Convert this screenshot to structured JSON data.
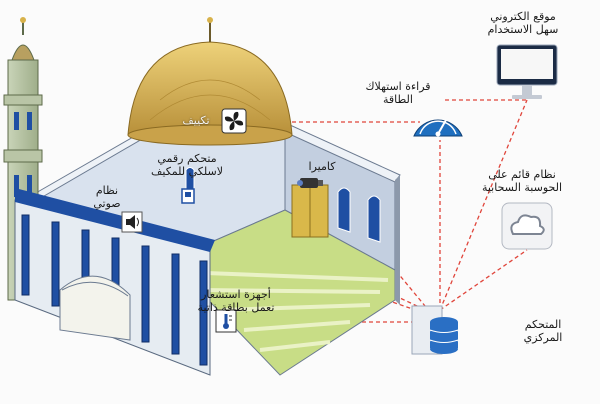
{
  "nodes": {
    "website": {
      "line1": "موقع الكتروني",
      "line2": "سهل الاستخدام",
      "icon": "monitor-icon"
    },
    "cloud": {
      "line1": "نظام قائم على",
      "line2": "الحوسبة السحابية",
      "icon": "cloud-icon"
    },
    "controller": {
      "line1": "المتحكم",
      "line2": "المركزي",
      "icon": "server-database-icon"
    },
    "energy": {
      "line1": "قراءة استهلاك",
      "line2": "الطاقة",
      "icon": "gauge-icon"
    },
    "camera": {
      "label": "كاميرا",
      "icon": "security-camera-icon"
    },
    "ac": {
      "label": "تكييف",
      "icon": "fan-icon"
    },
    "thermostat": {
      "line1": "متحكم رقمي",
      "line2": "لاسلكي للمكيف",
      "icon": "thermostat-icon"
    },
    "sound": {
      "line1": "نظام",
      "line2": "صوتي",
      "icon": "speaker-icon"
    },
    "sensors": {
      "line1": "أجهزة استشعار",
      "line2": "تعمل بطاقة ذاتية",
      "icon": "sensor-icon"
    }
  },
  "colors": {
    "link": "#e0453b",
    "dome": "#d8b24a",
    "wall": "#cdd8e6",
    "floor": "#b9d56a",
    "column": "#1f4fa3"
  }
}
